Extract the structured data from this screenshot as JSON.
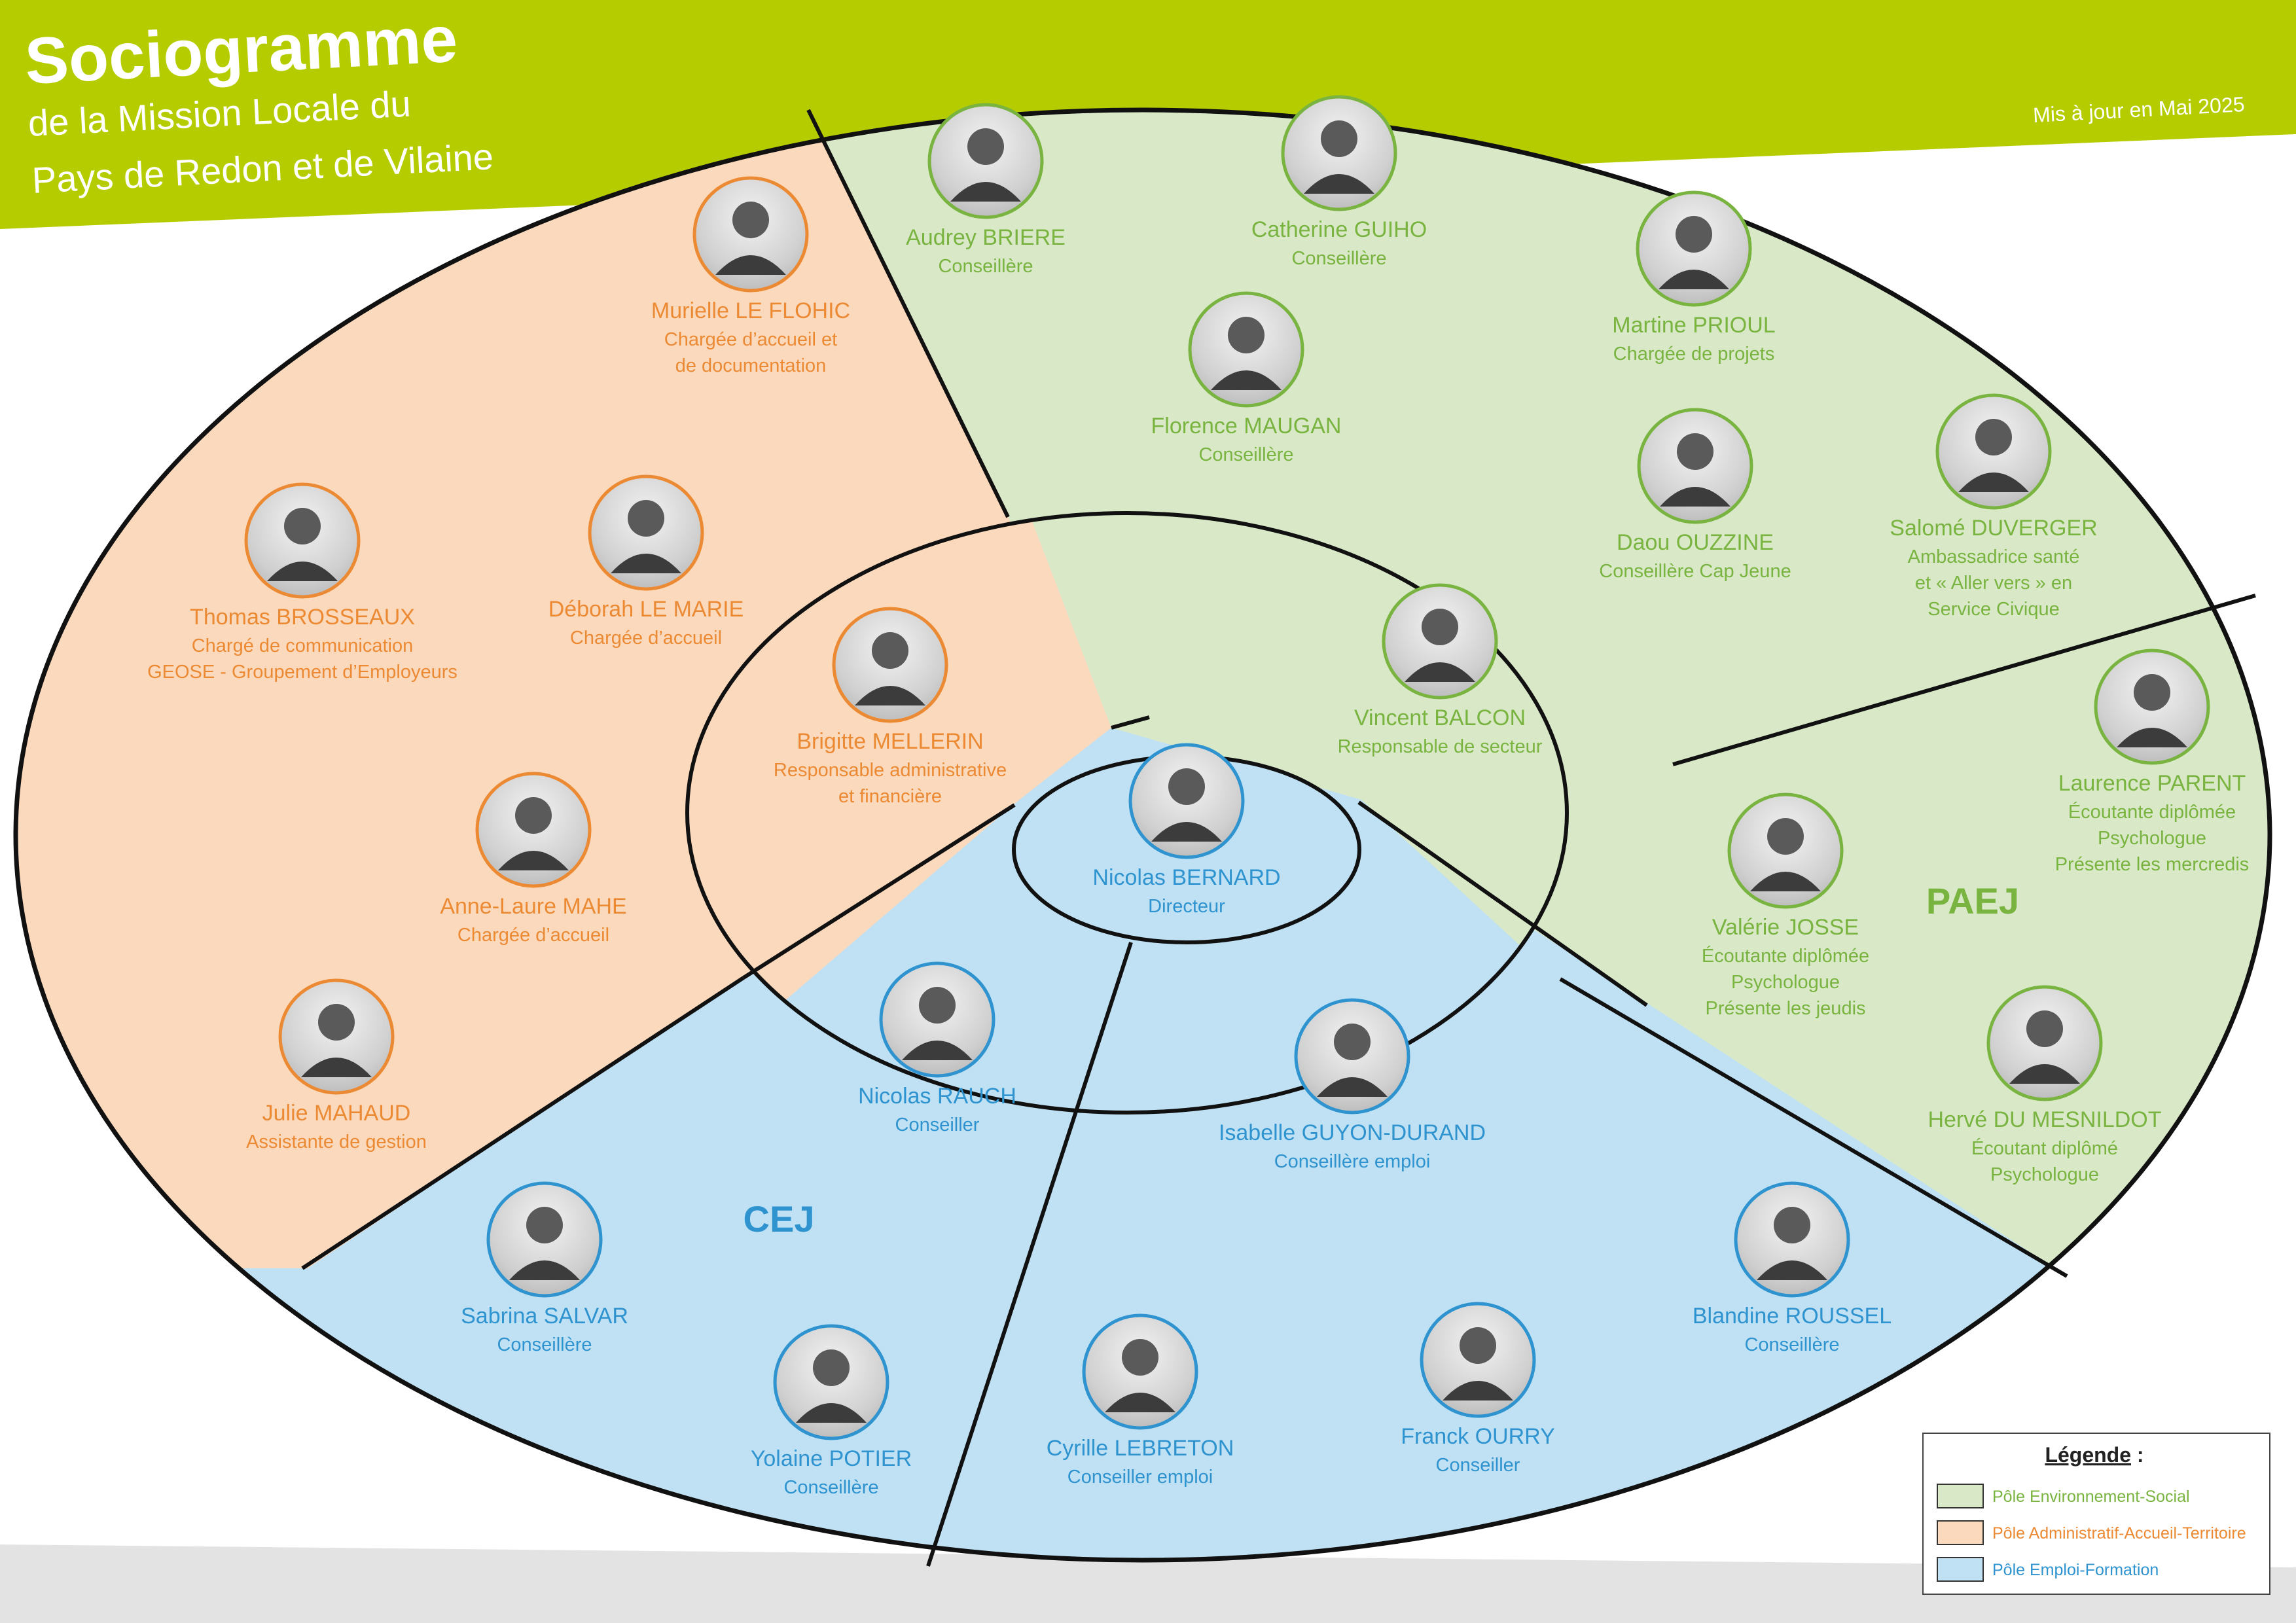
{
  "header": {
    "title": "Sociogramme",
    "subtitle_line1": "de la Mission Locale du",
    "subtitle_line2": "Pays de Redon et de Vilaine",
    "update": "Mis à jour en Mai 2025"
  },
  "colors": {
    "brand_green": "#b5cd00",
    "green_fill": "#d9e9c7",
    "green_text": "#79b340",
    "orange_fill": "#fbd9bd",
    "orange_text": "#ec8a34",
    "blue_fill": "#bfe1f3",
    "blue_text": "#2e93cf",
    "outline": "#111111"
  },
  "groups": {
    "cej": "CEJ",
    "paej": "PAEJ"
  },
  "people": [
    {
      "id": "murielle-le-flohic",
      "name": "Murielle LE FLOHIC",
      "role": [
        "Chargée d’accueil et",
        "de documentation"
      ],
      "pole": "orange"
    },
    {
      "id": "thomas-brosseaux",
      "name": "Thomas BROSSEAUX",
      "role": [
        "Chargé de communication",
        "GEOSE - Groupement d’Employeurs"
      ],
      "pole": "orange"
    },
    {
      "id": "deborah-le-marie",
      "name": "Déborah LE MARIE",
      "role": [
        "Chargée d’accueil"
      ],
      "pole": "orange"
    },
    {
      "id": "anne-laure-mahe",
      "name": "Anne-Laure MAHE",
      "role": [
        "Chargée d’accueil"
      ],
      "pole": "orange"
    },
    {
      "id": "julie-mahaud",
      "name": "Julie MAHAUD",
      "role": [
        "Assistante de gestion"
      ],
      "pole": "orange"
    },
    {
      "id": "brigitte-mellerin",
      "name": "Brigitte MELLERIN",
      "role": [
        "Responsable administrative",
        "et financière"
      ],
      "pole": "orange"
    },
    {
      "id": "audrey-briere",
      "name": "Audrey BRIERE",
      "role": [
        "Conseillère"
      ],
      "pole": "green"
    },
    {
      "id": "catherine-guiho",
      "name": "Catherine GUIHO",
      "role": [
        "Conseillère"
      ],
      "pole": "green"
    },
    {
      "id": "florence-maugan",
      "name": "Florence MAUGAN",
      "role": [
        "Conseillère"
      ],
      "pole": "green"
    },
    {
      "id": "martine-prioul",
      "name": "Martine PRIOUL",
      "role": [
        "Chargée de projets"
      ],
      "pole": "green"
    },
    {
      "id": "daou-ouzzine",
      "name": "Daou OUZZINE",
      "role": [
        "Conseillère Cap Jeune"
      ],
      "pole": "green"
    },
    {
      "id": "salome-duverger",
      "name": "Salomé DUVERGER",
      "role": [
        "Ambassadrice santé",
        "et « Aller vers » en",
        "Service Civique"
      ],
      "pole": "green"
    },
    {
      "id": "vincent-balcon",
      "name": "Vincent BALCON",
      "role": [
        "Responsable de secteur"
      ],
      "pole": "green"
    },
    {
      "id": "laurence-parent",
      "name": "Laurence PARENT",
      "role": [
        "Écoutante diplômée",
        "Psychologue",
        "Présente les mercredis"
      ],
      "pole": "green"
    },
    {
      "id": "valerie-josse",
      "name": "Valérie JOSSE",
      "role": [
        "Écoutante diplômée",
        "Psychologue",
        "Présente les jeudis"
      ],
      "pole": "green"
    },
    {
      "id": "herve-du-mesnildot",
      "name": "Hervé DU MESNILDOT",
      "role": [
        "Écoutant diplômé",
        "Psychologue"
      ],
      "pole": "green"
    },
    {
      "id": "nicolas-bernard",
      "name": "Nicolas BERNARD",
      "role": [
        "Directeur"
      ],
      "pole": "blue"
    },
    {
      "id": "nicolas-rauch",
      "name": "Nicolas RAUCH",
      "role": [
        "Conseiller"
      ],
      "pole": "blue"
    },
    {
      "id": "sabrina-salvar",
      "name": "Sabrina SALVAR",
      "role": [
        "Conseillère"
      ],
      "pole": "blue"
    },
    {
      "id": "yolaine-potier",
      "name": "Yolaine POTIER",
      "role": [
        "Conseillère"
      ],
      "pole": "blue"
    },
    {
      "id": "isabelle-guyon-durand",
      "name": "Isabelle GUYON-DURAND",
      "role": [
        "Conseillère emploi"
      ],
      "pole": "blue"
    },
    {
      "id": "cyrille-lebreton",
      "name": "Cyrille LEBRETON",
      "role": [
        "Conseiller emploi"
      ],
      "pole": "blue"
    },
    {
      "id": "franck-ourry",
      "name": "Franck OURRY",
      "role": [
        "Conseiller"
      ],
      "pole": "blue"
    },
    {
      "id": "blandine-roussel",
      "name": "Blandine ROUSSEL",
      "role": [
        "Conseillère"
      ],
      "pole": "blue"
    }
  ],
  "legend": {
    "title": "Légende",
    "colon": " :",
    "items": [
      {
        "label": "Pôle Environnement-Social",
        "color": "#d9e9c7",
        "text_color": "#79b340"
      },
      {
        "label": "Pôle Administratif-Accueil-Territoire",
        "color": "#fbd9bd",
        "text_color": "#ec8a34"
      },
      {
        "label": "Pôle Emploi-Formation",
        "color": "#bfe1f3",
        "text_color": "#2e93cf"
      }
    ]
  }
}
